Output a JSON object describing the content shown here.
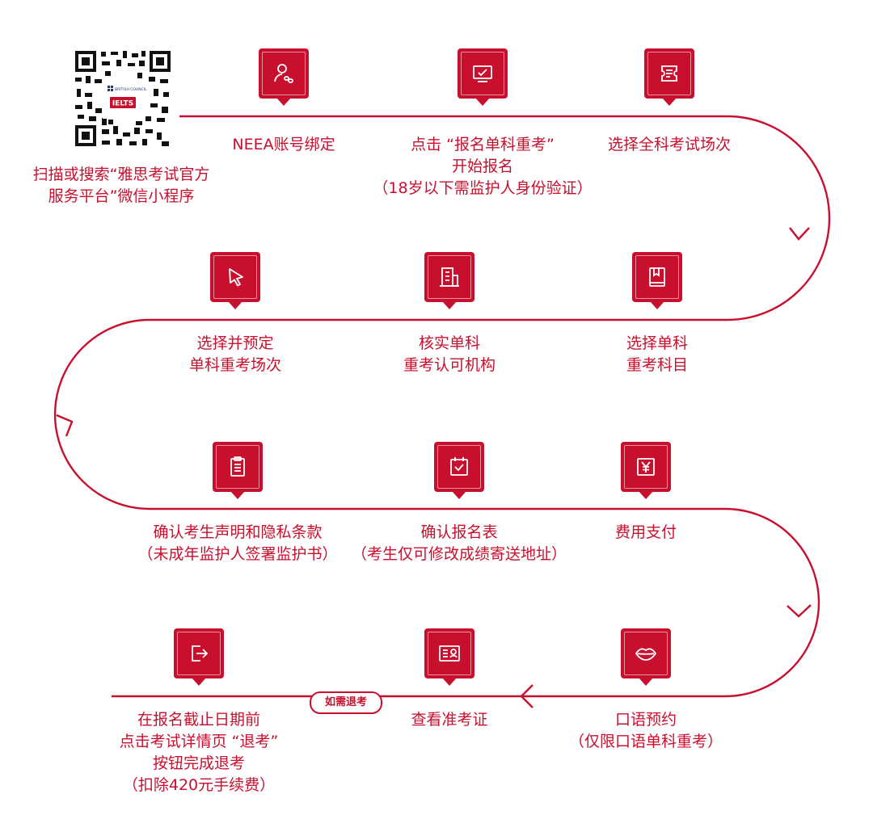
{
  "qr": {
    "logo_top": "BRITISH COUNCIL",
    "logo_text": "IELTS",
    "caption_lines": [
      "扫描或搜索“雅思考试官方",
      "服务平台”微信小程序"
    ]
  },
  "steps": [
    {
      "id": "account",
      "icon": "user-link-icon",
      "lines": [
        "NEEA账号绑定"
      ]
    },
    {
      "id": "register",
      "icon": "monitor-check-icon",
      "lines": [
        "点击 “报名单科重考”",
        "开始报名",
        "（18岁以下需监护人身份验证）"
      ]
    },
    {
      "id": "select-full",
      "icon": "ticket-icon",
      "lines": [
        "选择全科考试场次"
      ]
    },
    {
      "id": "select-subject",
      "icon": "book-icon",
      "lines": [
        "选择单科",
        "重考科目"
      ]
    },
    {
      "id": "verify-center",
      "icon": "building-icon",
      "lines": [
        "核实单科",
        "重考认可机构"
      ]
    },
    {
      "id": "book-session",
      "icon": "cursor-icon",
      "lines": [
        "选择并预定",
        "单科重考场次"
      ]
    },
    {
      "id": "confirm-statement",
      "icon": "clipboard-icon",
      "lines": [
        "确认考生声明和隐私条款",
        "（未成年监护人签署监护书）"
      ]
    },
    {
      "id": "confirm-form",
      "icon": "calendar-check-icon",
      "lines": [
        "确认报名表",
        "（考生仅可修改成绩寄送地址）"
      ]
    },
    {
      "id": "payment",
      "icon": "yuan-icon",
      "lines": [
        "费用支付"
      ]
    },
    {
      "id": "speaking",
      "icon": "lips-icon",
      "lines": [
        "口语预约",
        "（仅限口语单科重考）"
      ]
    },
    {
      "id": "admission",
      "icon": "id-card-icon",
      "lines": [
        "查看准考证"
      ]
    },
    {
      "id": "withdraw",
      "icon": "exit-icon",
      "lines": [
        "在报名截止日期前",
        "点击考试详情页 “退考”",
        "按钮完成退考",
        "（扣除420元手续费）"
      ]
    }
  ],
  "refund_tag": "如需退考",
  "colors": {
    "accent": "#c8102e",
    "background": "#ffffff"
  }
}
